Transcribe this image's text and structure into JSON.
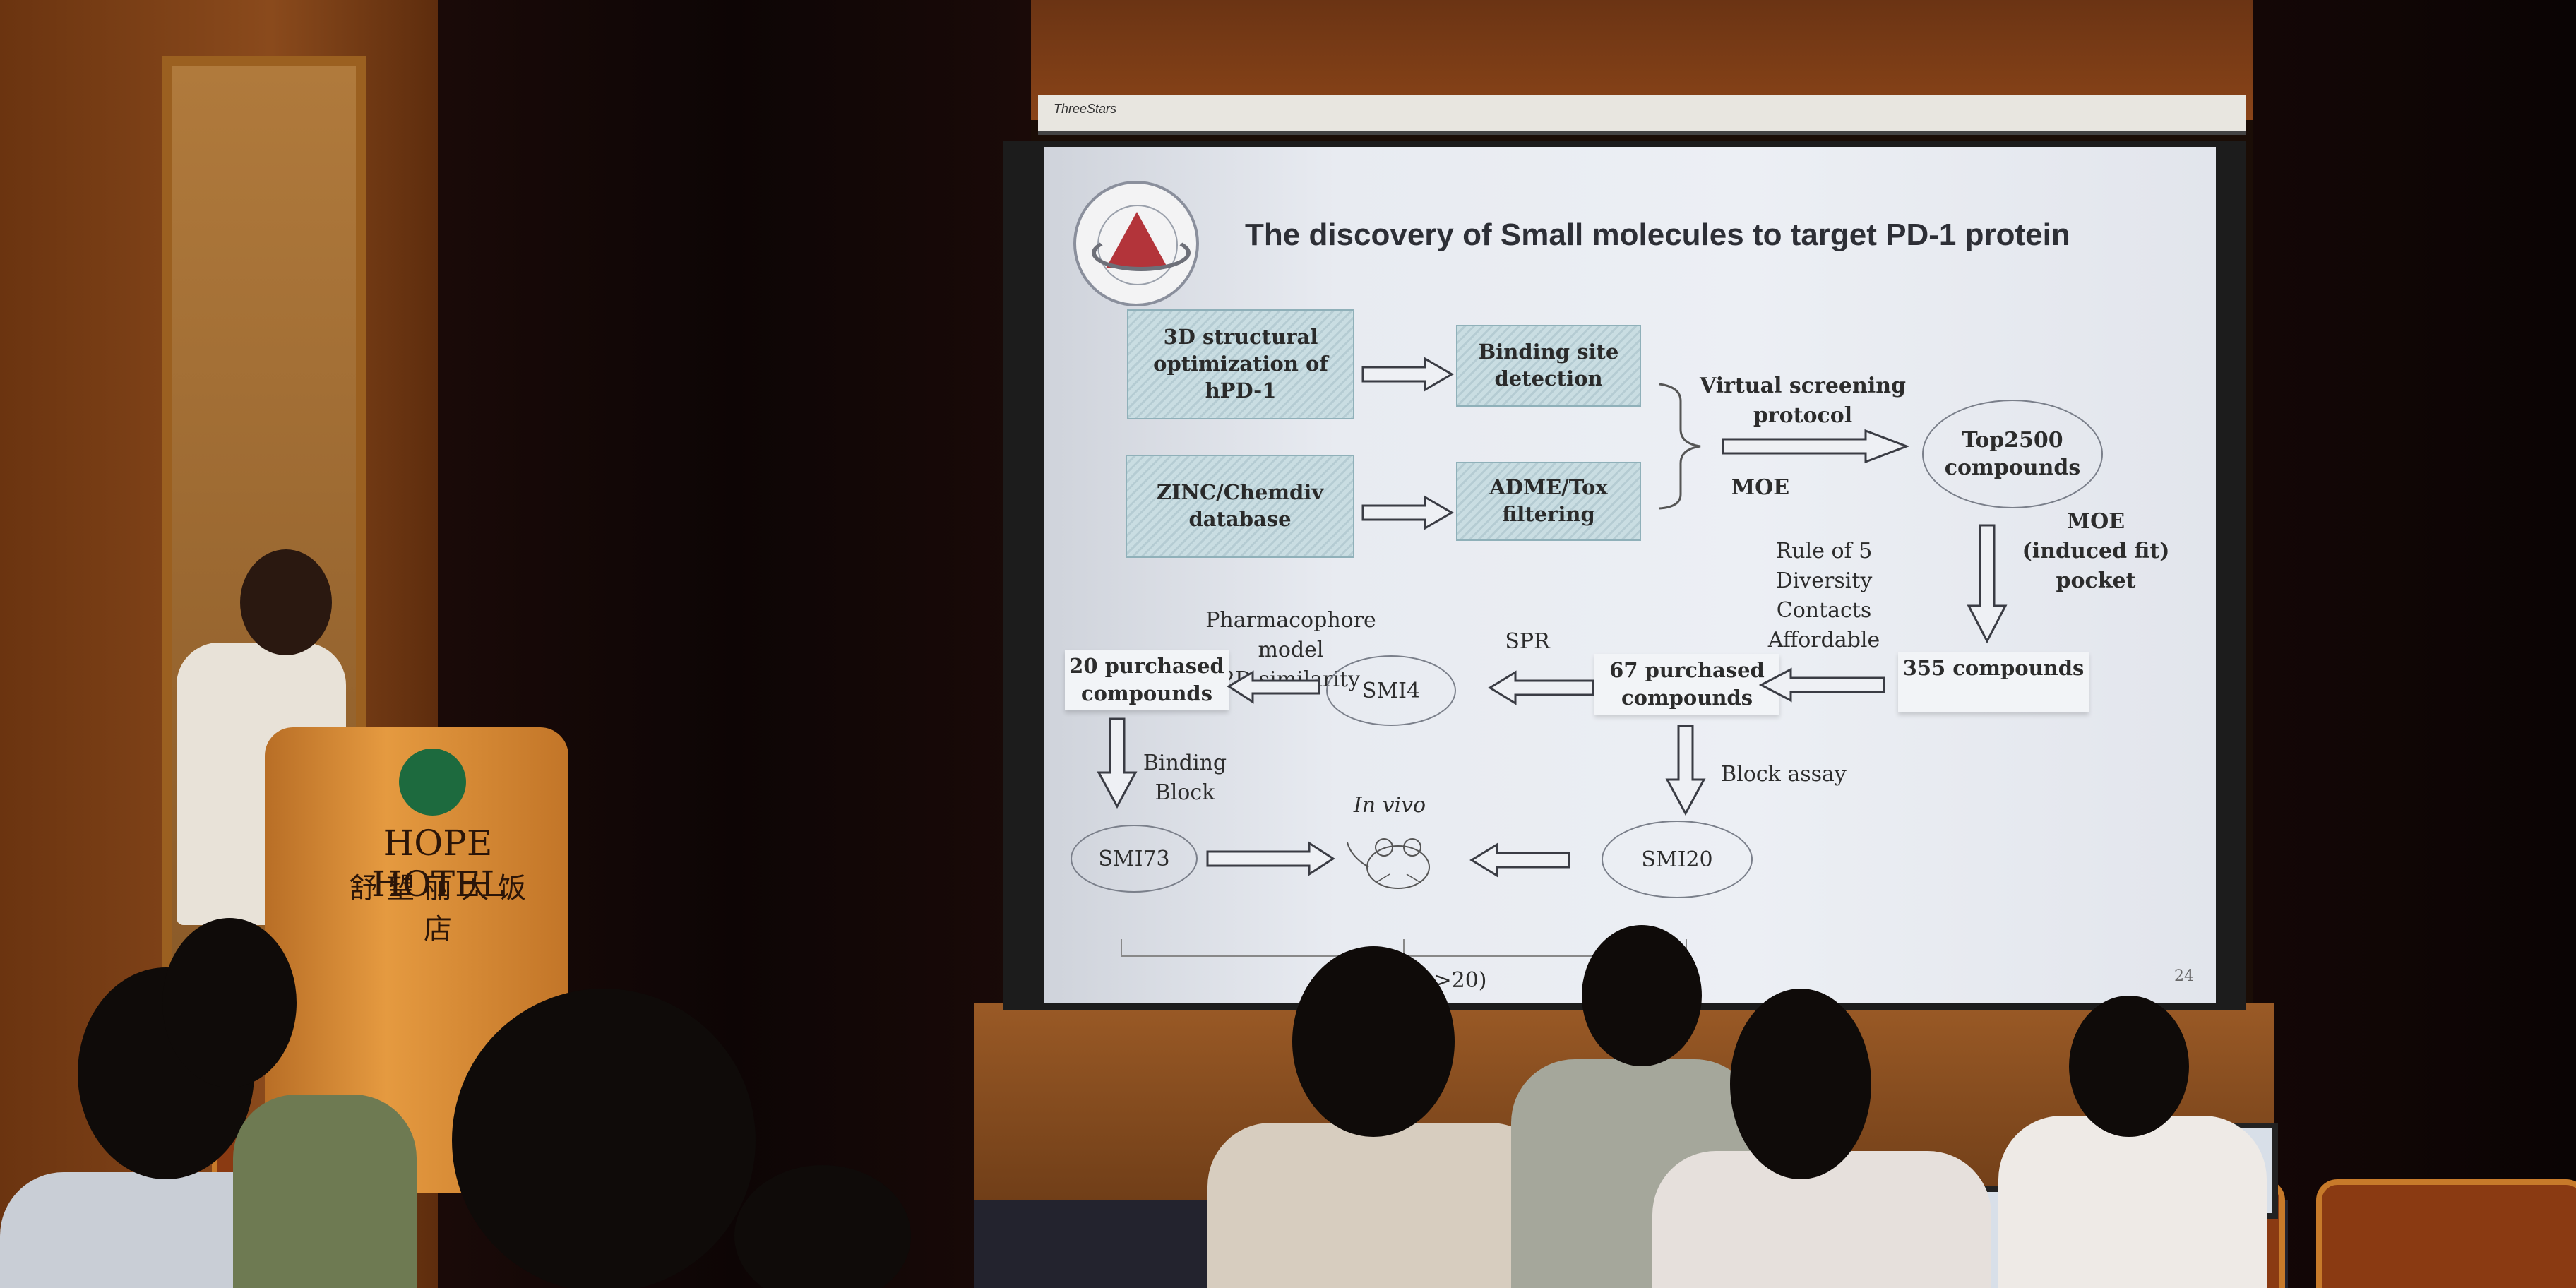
{
  "screen": {
    "brand": "ThreeStars",
    "slide": {
      "title": "The discovery of Small molecules to target  PD-1 protein",
      "page_number": "24",
      "boxes": {
        "structural": "3D structural optimization of hPD-1",
        "binding_site": "Binding site detection",
        "zinc": "ZINC/Chemdiv database",
        "adme": "ADME/Tox filtering"
      },
      "labels": {
        "virtual_screening": "Virtual screening protocol",
        "moe": "MOE",
        "moe_induced": "MOE (induced fit) pocket",
        "rules": "Rule of 5\nDiversity\nContacts\nAffordable",
        "spr": "SPR",
        "pharmacophore": "Pharmacophore model\n2D similarity",
        "binding_block": "Binding\nBlock",
        "block_assay": "Block assay",
        "in_vivo": "In vivo",
        "bottom_note": ">20)"
      },
      "nodes": {
        "top2500": "Top2500 compounds",
        "compounds355": "355 compounds",
        "purchased67": "67 purchased compounds",
        "smi4": "SMI4",
        "purchased20": "20 purchased compounds",
        "smi73": "SMI73",
        "smi20": "SMI20"
      }
    }
  },
  "podium": {
    "name": "HOPE HOTEL",
    "name_cn": "舒 望 丽 大 饭 店"
  }
}
